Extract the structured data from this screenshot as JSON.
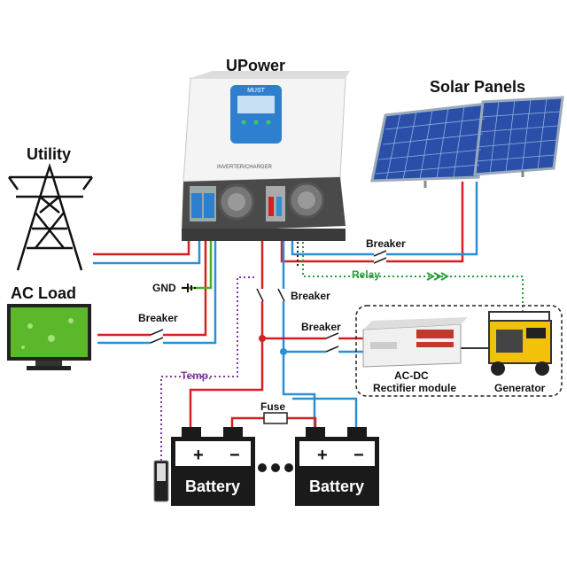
{
  "title": "UPower",
  "labels": {
    "utility": "Utility",
    "solar_panels": "Solar Panels",
    "ac_load": "AC Load",
    "gnd": "GND",
    "breaker_left": "Breaker",
    "breaker_center": "Breaker",
    "breaker_right_top": "Breaker",
    "breaker_rectifier": "Breaker",
    "relay": "Relay",
    "temp": "Temp.",
    "fuse": "Fuse",
    "battery_left": "Battery",
    "battery_right": "Battery",
    "plus_left": "+",
    "minus_left": "−",
    "plus_right": "+",
    "minus_right": "−",
    "rectifier_line1": "AC-DC",
    "rectifier_line2": "Rectifier module",
    "generator": "Generator",
    "inverter_panel_text": "INVERTER/CHARGER",
    "device_brand": "MUST"
  },
  "colors": {
    "ac_line": "#d42020",
    "dc_line": "#2b8fd6",
    "gnd_line": "#4caf28",
    "relay_line": "#2a9d3a",
    "temp_line": "#7a3b9e",
    "battery_body": "#1a1a1a"
  }
}
